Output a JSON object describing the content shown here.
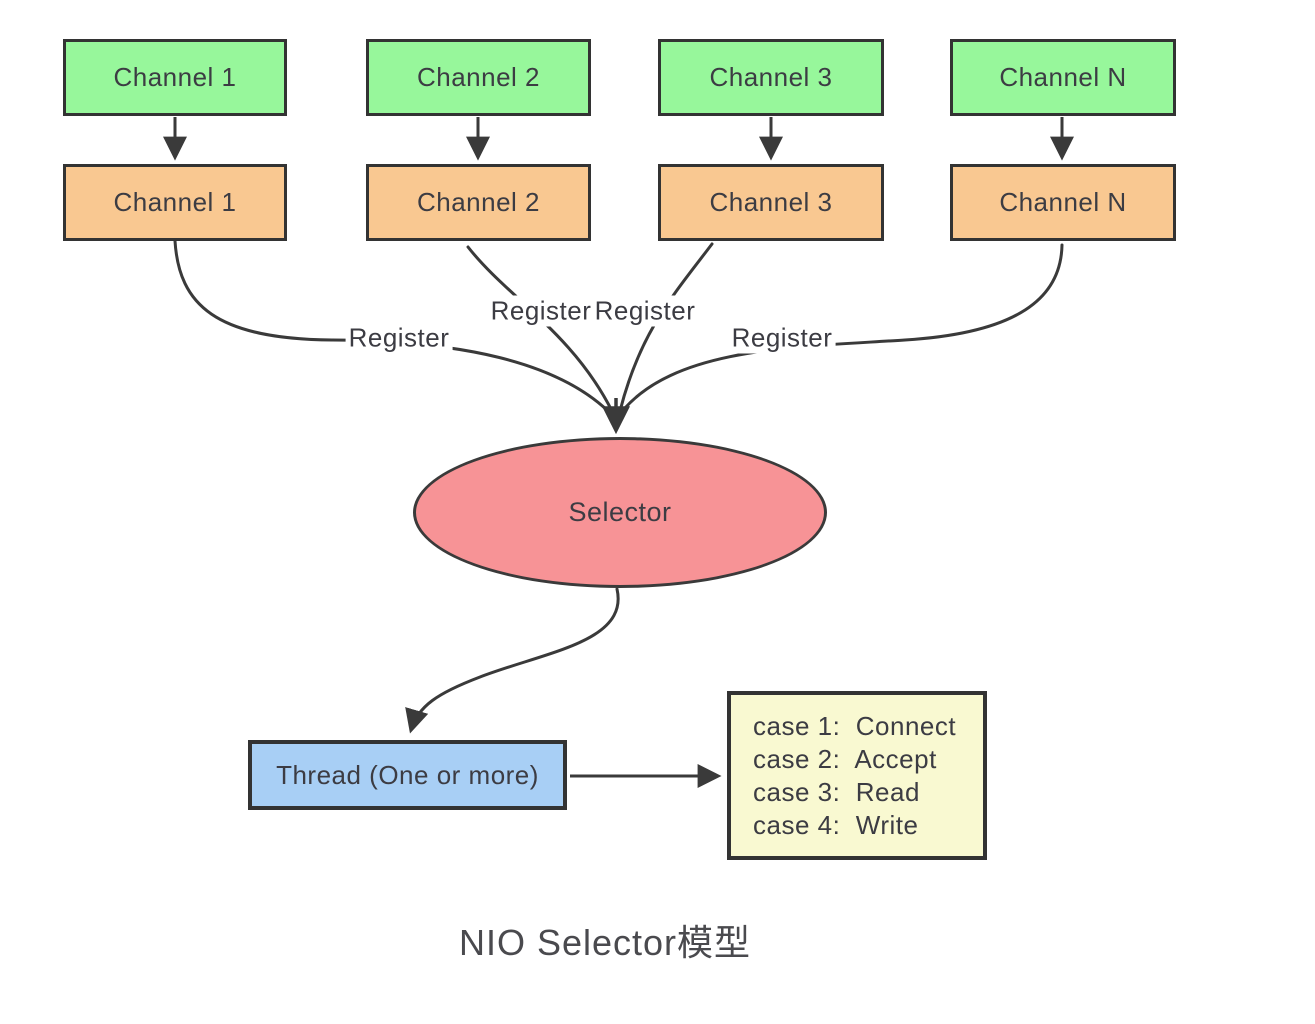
{
  "diagram": {
    "title": "NIO Selector模型",
    "source_channels": [
      "Channel 1",
      "Channel 2",
      "Channel 3",
      "Channel N"
    ],
    "registered_channels": [
      "Channel 1",
      "Channel 2",
      "Channel 3",
      "Channel N"
    ],
    "register_labels": [
      "Register",
      "Register",
      "Register",
      "Register"
    ],
    "selector_label": "Selector",
    "thread_label": "Thread (One or more)",
    "case_box": {
      "lines": [
        "case 1:  Connect",
        "case 2:  Accept",
        "case 3:  Read",
        "case 4:  Write"
      ]
    },
    "colors": {
      "source_channel_fill": "#97f79b",
      "registered_channel_fill": "#f9c891",
      "selector_fill": "#f79396",
      "thread_fill": "#a8cff5",
      "case_box_fill": "#f9f9d1",
      "line_stroke": "#3a3a3a",
      "border": "#333333"
    }
  }
}
